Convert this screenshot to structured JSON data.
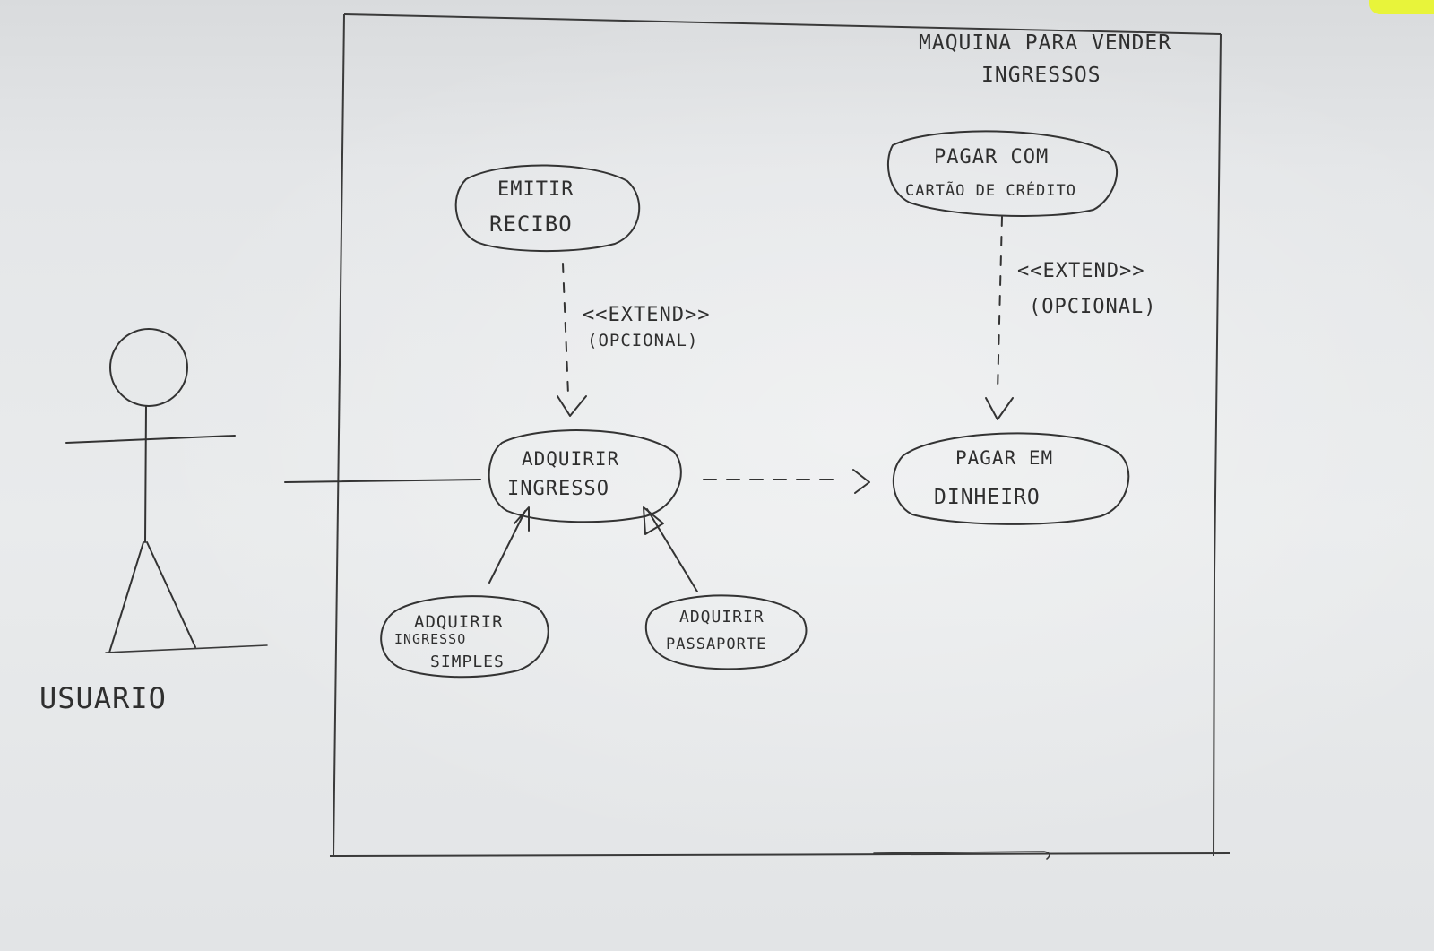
{
  "system": {
    "title_line1": "MAQUINA PARA VENDER",
    "title_line2": "INGRESSOS"
  },
  "actor": {
    "label": "USUARIO"
  },
  "use_cases": {
    "emitir_recibo": {
      "line1": "EMITIR",
      "line2": "RECIBO"
    },
    "pagar_cartao": {
      "line1": "PAGAR COM",
      "line2": "CARTÃO DE CRÉDITO"
    },
    "adquirir_ingresso": {
      "line1": "ADQUIRIR",
      "line2": "INGRESSO"
    },
    "pagar_dinheiro": {
      "line1": "PAGAR EM",
      "line2": "DINHEIRO"
    },
    "adquirir_simples": {
      "line1": "ADQUIRIR",
      "line2": "INGRESSO",
      "line3": "SIMPLES"
    },
    "adquirir_passaporte": {
      "line1": "ADQUIRIR",
      "line2": "PASSAPORTE"
    }
  },
  "relations": {
    "extend_recibo": {
      "stereotype": "<<EXTEND>>",
      "note": "(OPCIONAL)"
    },
    "extend_cartao": {
      "stereotype": "<<EXTEND>>",
      "note": "(OPCIONAL)"
    }
  },
  "colors": {
    "ink": "#333333",
    "paper": "#e6e8ea",
    "highlighter": "#e8f43a"
  }
}
